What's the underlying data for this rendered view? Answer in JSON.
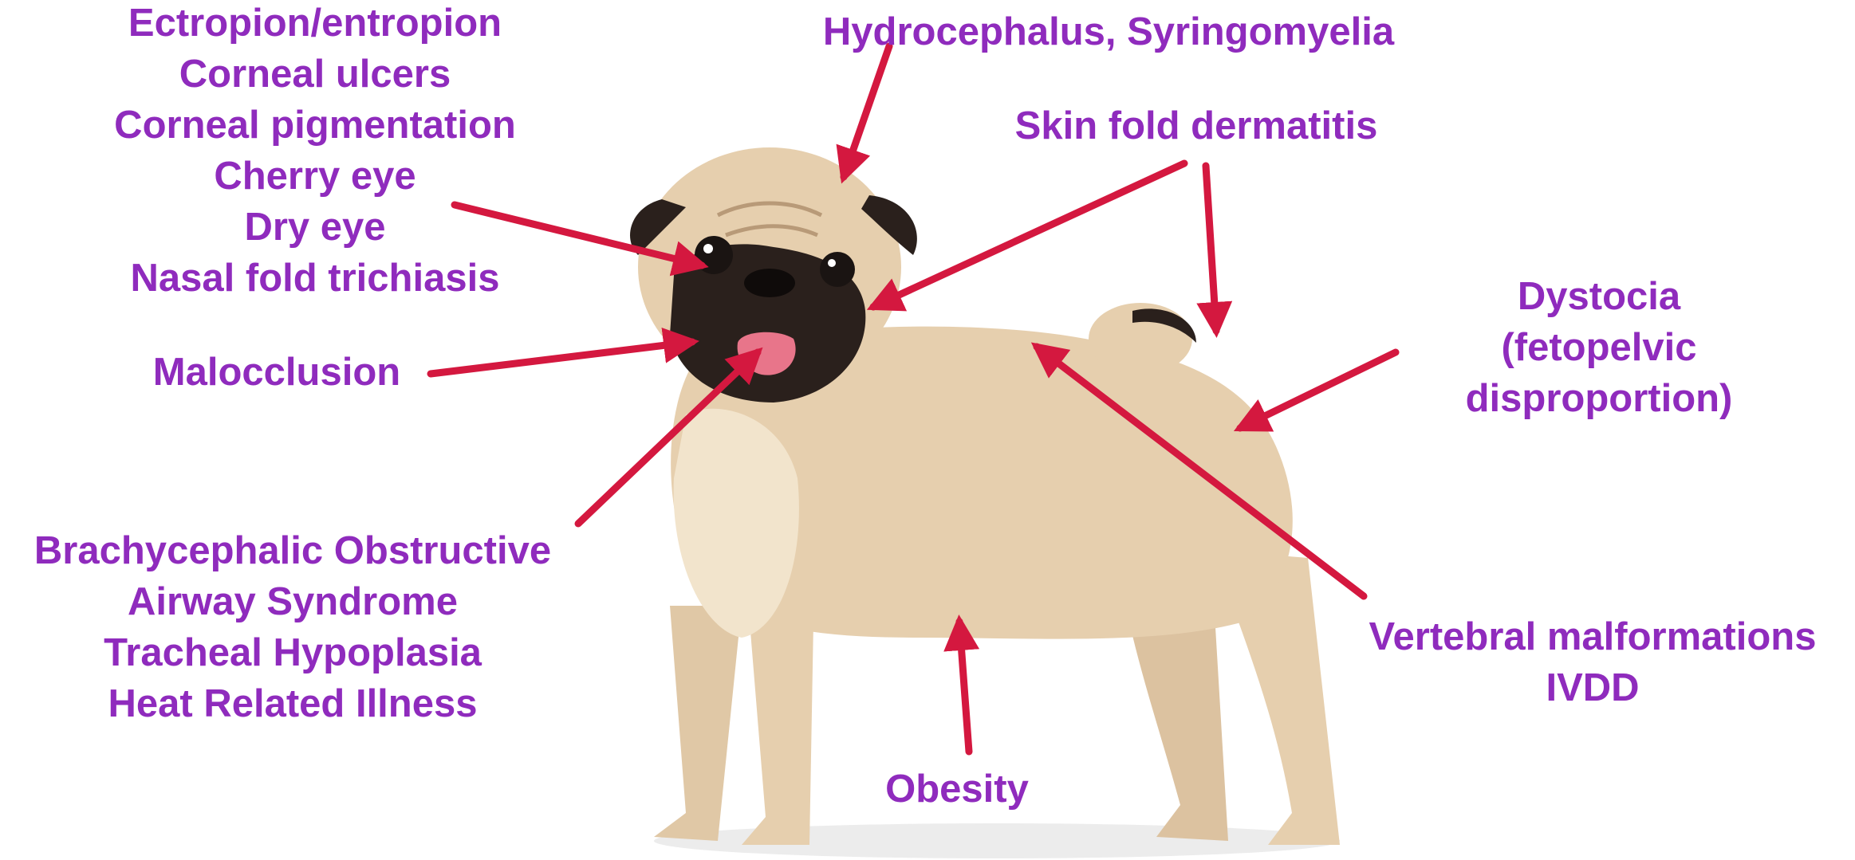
{
  "colors": {
    "label_text": "#8f2bbd",
    "arrow": "#d4183f",
    "fur": "#e6cfae",
    "fur_light": "#f2e4cc",
    "mask": "#2a201c",
    "tongue": "#e8758a",
    "background": "#ffffff"
  },
  "labels": {
    "eyes": [
      "Ectropion/entropion",
      "Corneal ulcers",
      "Corneal pigmentation",
      "Cherry eye",
      "Dry eye",
      "Nasal fold trichiasis"
    ],
    "head": [
      "Hydrocephalus, Syringomyelia"
    ],
    "skin": [
      "Skin fold dermatitis"
    ],
    "mouth": [
      "Malocclusion"
    ],
    "dystocia": [
      "Dystocia",
      "(fetopelvic",
      "disproportion)"
    ],
    "airway": [
      "Brachycephalic Obstructive",
      "Airway Syndrome",
      "Tracheal Hypoplasia",
      "Heat Related Illness"
    ],
    "spine": [
      "Vertebral malformations",
      "IVDD"
    ],
    "obesity": [
      "Obesity"
    ]
  }
}
